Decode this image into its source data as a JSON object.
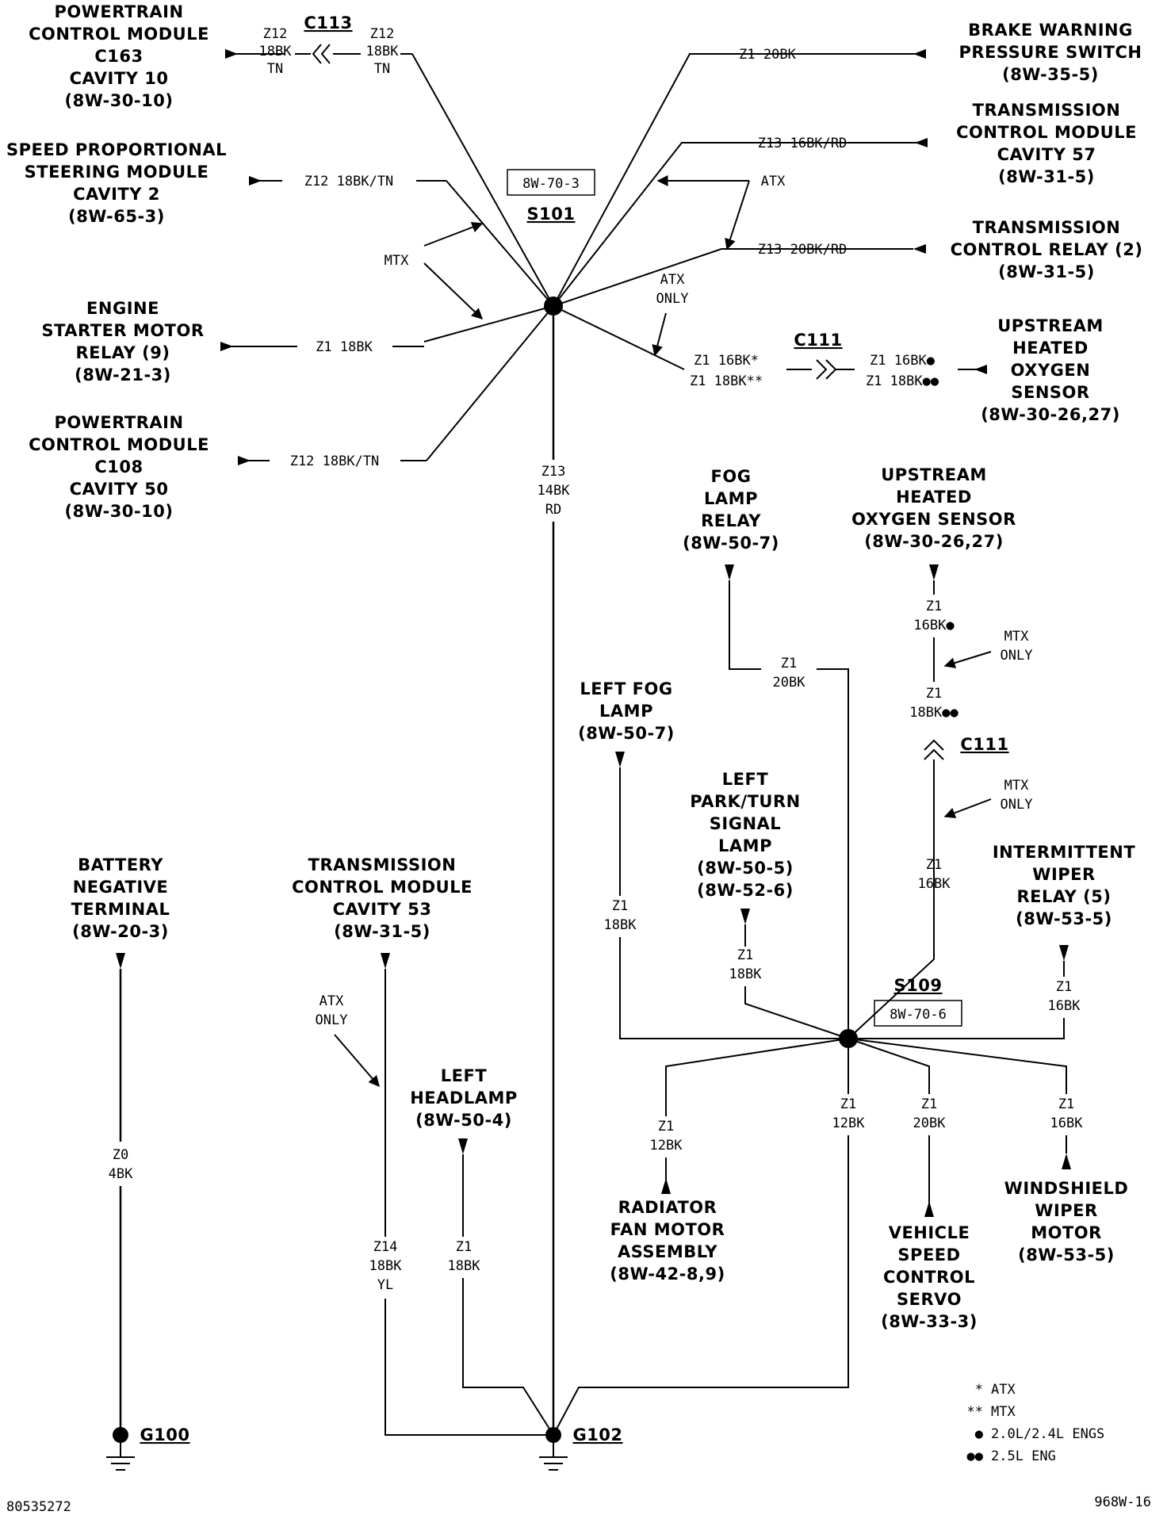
{
  "components": {
    "pcm_c163": [
      "POWERTRAIN",
      "CONTROL MODULE",
      "C163",
      "CAVITY 10",
      "(8W-30-10)"
    ],
    "spsm": [
      "SPEED PROPORTIONAL",
      "STEERING MODULE",
      "CAVITY 2",
      "(8W-65-3)"
    ],
    "starter_relay": [
      "ENGINE",
      "STARTER MOTOR",
      "RELAY (9)",
      "(8W-21-3)"
    ],
    "pcm_c108": [
      "POWERTRAIN",
      "CONTROL MODULE",
      "C108",
      "CAVITY 50",
      "(8W-30-10)"
    ],
    "brake_switch": [
      "BRAKE WARNING",
      "PRESSURE SWITCH",
      "(8W-35-5)"
    ],
    "tcm_57": [
      "TRANSMISSION",
      "CONTROL MODULE",
      "CAVITY 57",
      "(8W-31-5)"
    ],
    "tcr": [
      "TRANSMISSION",
      "CONTROL RELAY (2)",
      "(8W-31-5)"
    ],
    "uhos_top": [
      "UPSTREAM",
      "HEATED",
      "OXYGEN",
      "SENSOR",
      "(8W-30-26,27)"
    ],
    "fog_relay": [
      "FOG",
      "LAMP",
      "RELAY",
      "(8W-50-7)"
    ],
    "uhos_mid": [
      "UPSTREAM",
      "HEATED",
      "OXYGEN SENSOR",
      "(8W-30-26,27)"
    ],
    "left_fog": [
      "LEFT FOG",
      "LAMP",
      "(8W-50-7)"
    ],
    "left_park": [
      "LEFT",
      "PARK/TURN",
      "SIGNAL",
      "LAMP",
      "(8W-50-5)",
      "(8W-52-6)"
    ],
    "int_wiper": [
      "INTERMITTENT",
      "WIPER",
      "RELAY (5)",
      "(8W-53-5)"
    ],
    "battery": [
      "BATTERY",
      "NEGATIVE",
      "TERMINAL",
      "(8W-20-3)"
    ],
    "tcm_53": [
      "TRANSMISSION",
      "CONTROL MODULE",
      "CAVITY 53",
      "(8W-31-5)"
    ],
    "left_headlamp": [
      "LEFT",
      "HEADLAMP",
      "(8W-50-4)"
    ],
    "radiator_fan": [
      "RADIATOR",
      "FAN MOTOR",
      "ASSEMBLY",
      "(8W-42-8,9)"
    ],
    "vss": [
      "VEHICLE",
      "SPEED",
      "CONTROL",
      "SERVO",
      "(8W-33-3)"
    ],
    "windshield_wiper": [
      "WINDSHIELD",
      "WIPER",
      "MOTOR",
      "(8W-53-5)"
    ]
  },
  "wires": {
    "c113_left": [
      "Z12",
      "18BK",
      "TN"
    ],
    "c113_right": [
      "Z12",
      "18BK",
      "TN"
    ],
    "spsm": "Z12 18BK/TN",
    "starter": "Z1 18BK",
    "pcm_c108": "Z12 18BK/TN",
    "brake": "Z1 20BK",
    "tcm_57": "Z13 16BK/RD",
    "tcr": "Z13 20BK/RD",
    "c111_left": [
      "Z1 16BK*",
      "Z1 18BK**"
    ],
    "c111_right": [
      "Z1 16BK●",
      "Z1 18BK●●"
    ],
    "s101_down": [
      "Z13",
      "14BK",
      "RD"
    ],
    "fog_relay": [
      "Z1",
      "20BK"
    ],
    "uhos_a": [
      "Z1",
      "16BK●"
    ],
    "uhos_b": [
      "Z1",
      "18BK●●"
    ],
    "uhos_c": [
      "Z1",
      "16BK"
    ],
    "left_fog": [
      "Z1",
      "18BK"
    ],
    "left_park": [
      "Z1",
      "18BK"
    ],
    "int_wiper": [
      "Z1",
      "16BK"
    ],
    "radiator": [
      "Z1",
      "12BK"
    ],
    "s109_down": [
      "Z1",
      "12BK"
    ],
    "vss": [
      "Z1",
      "20BK"
    ],
    "windshield": [
      "Z1",
      "16BK"
    ],
    "battery": [
      "Z0",
      "4BK"
    ],
    "tcm_53": [
      "Z14",
      "18BK",
      "YL"
    ],
    "headlamp": [
      "Z1",
      "18BK"
    ]
  },
  "connectors": {
    "c113": "C113",
    "c111": "C111",
    "c111_b": "C111"
  },
  "splices": {
    "s101_name": "S101",
    "s101_ref": "8W-70-3",
    "s109_name": "S109",
    "s109_ref": "8W-70-6"
  },
  "grounds": {
    "g100": "G100",
    "g102": "G102"
  },
  "annotations": {
    "mtx": "MTX",
    "atx": "ATX",
    "atx_only": [
      "ATX",
      "ONLY"
    ],
    "mtx_only_1": [
      "MTX",
      "ONLY"
    ],
    "mtx_only_2": [
      "MTX",
      "ONLY"
    ],
    "atx_only_2": [
      "ATX",
      "ONLY"
    ]
  },
  "legend": [
    {
      "sym": "*",
      "text": "ATX"
    },
    {
      "sym": "**",
      "text": "MTX"
    },
    {
      "sym": "●",
      "text": "2.0L/2.4L ENGS"
    },
    {
      "sym": "●●",
      "text": "2.5L ENG"
    }
  ],
  "footer": {
    "left": "80535272",
    "right": "968W-16"
  }
}
